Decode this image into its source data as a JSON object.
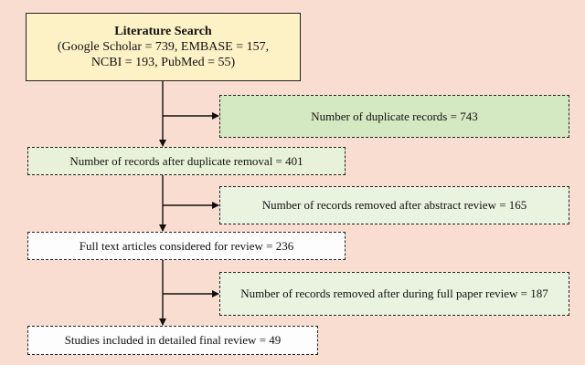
{
  "flowchart": {
    "search": {
      "title": "Literature Search",
      "line1": "(Google Scholar = 739, EMBASE = 157,",
      "line2": "NCBI = 193, PubMed = 55)"
    },
    "duplicates": "Number of duplicate records = 743",
    "after_duplicates": "Number of records after duplicate removal = 401",
    "abstract_removed": "Number of records removed after abstract review = 165",
    "full_text": "Full text articles considered for review = 236",
    "full_paper_removed": "Number of records removed after during full paper review = 187",
    "final": "Studies included in detailed final review = 49"
  },
  "colors": {
    "background": "#f9ddd0",
    "search_box": "#fdf1c6",
    "duplicate_box": "#d4e8c2",
    "green_box": "#e8f2d9",
    "white_box": "#fdfdfd"
  }
}
